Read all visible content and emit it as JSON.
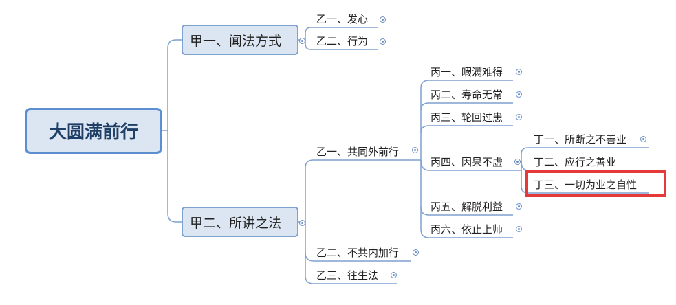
{
  "root": {
    "label": "大圆满前行"
  },
  "jia": [
    {
      "label": "甲一、闻法方式"
    },
    {
      "label": "甲二、所讲之法"
    }
  ],
  "yi": [
    {
      "label": "乙一、发心"
    },
    {
      "label": "乙二、行为"
    },
    {
      "label": "乙一、共同外前行"
    },
    {
      "label": "乙二、不共内加行"
    },
    {
      "label": "乙三、往生法"
    }
  ],
  "bing": [
    {
      "label": "丙一、暇满难得"
    },
    {
      "label": "丙二、寿命无常"
    },
    {
      "label": "丙三、轮回过患"
    },
    {
      "label": "丙四、因果不虚"
    },
    {
      "label": "丙五、解脱利益"
    },
    {
      "label": "丙六、依止上师"
    }
  ],
  "ding": [
    {
      "label": "丁一、所断之不善业"
    },
    {
      "label": "丁二、应行之善业"
    },
    {
      "label": "丁三、一切为业之自性"
    }
  ],
  "colors": {
    "line": "#7ea1cf",
    "highlight": "#e63a3a",
    "node_fill": "#dce6f2"
  }
}
